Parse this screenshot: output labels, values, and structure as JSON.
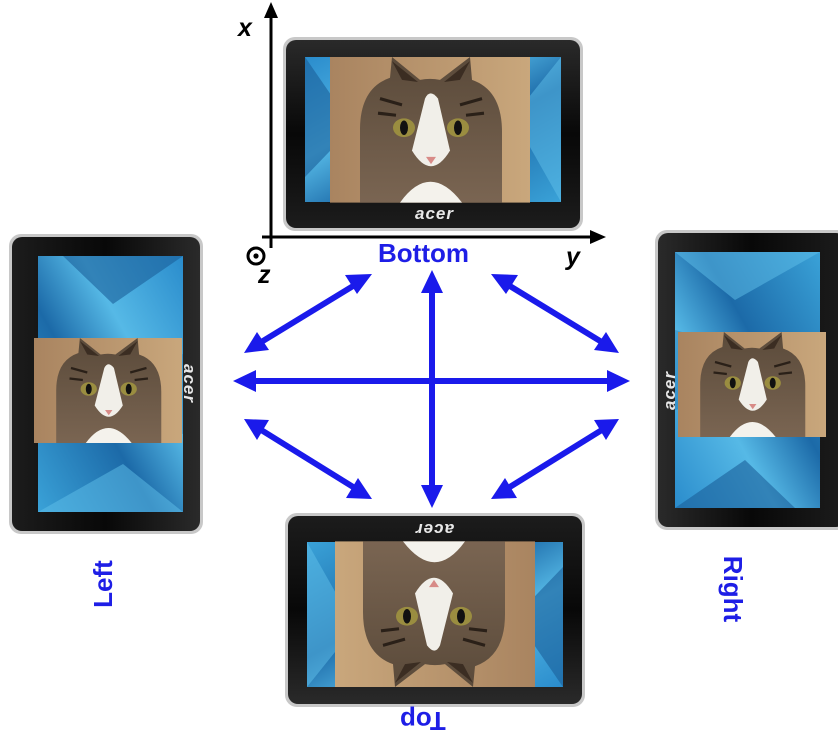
{
  "axes": {
    "x": "x",
    "y": "y",
    "z": "z"
  },
  "orientations": {
    "bottom": "Bottom",
    "top": "Top",
    "left": "Left",
    "right": "Right"
  },
  "brand": "acer",
  "colors": {
    "arrow": "#1a1aeb",
    "label": "#1e1ee6",
    "bezel": "#0c0c0c",
    "screen_a": "#1f73b3",
    "screen_b": "#47aee0"
  },
  "icons": [
    "cat-photo",
    "tablet-device",
    "out-of-page-axis-icon"
  ]
}
